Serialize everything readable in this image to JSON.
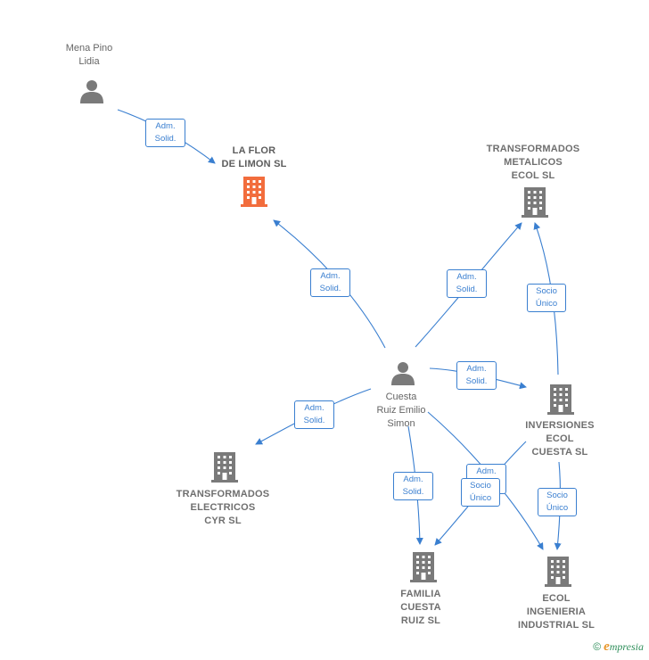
{
  "colors": {
    "edge": "#3a7fd0",
    "node": "#7a7a7a",
    "highlight": "#f26d3d"
  },
  "nodes": {
    "mena": {
      "label": "Mena Pino\nLidia",
      "icon": "person-icon"
    },
    "laflor": {
      "label": "LA FLOR\nDE LIMON  SL",
      "icon": "building-icon-highlight"
    },
    "tmetalicos": {
      "label": "TRANSFORMADOS\nMETALICOS\nECOL SL",
      "icon": "building-icon"
    },
    "cuesta": {
      "label": "Cuesta\nRuiz Emilio\nSimon",
      "icon": "person-icon"
    },
    "inversiones": {
      "label": "INVERSIONES\nECOL\nCUESTA  SL",
      "icon": "building-icon"
    },
    "telectricos": {
      "label": "TRANSFORMADOS\nELECTRICOS\nCYR SL",
      "icon": "building-icon"
    },
    "familia": {
      "label": "FAMILIA\nCUESTA\nRUIZ  SL",
      "icon": "building-icon"
    },
    "ecolingenieria": {
      "label": "ECOL\nINGENIERIA\nINDUSTRIAL SL",
      "icon": "building-icon"
    }
  },
  "edges": {
    "e1": "Adm.\nSolid.",
    "e2": "Adm.\nSolid.",
    "e3": "Adm.\nSolid.",
    "e4": "Socio\nÚnico",
    "e5": "Adm.\nSolid.",
    "e6": "Adm.\nSolid.",
    "e7": "Adm.\nSolid.",
    "e8": "Adm.",
    "e9": "Socio\nÚnico",
    "e10": "Socio\nÚnico"
  },
  "brand": {
    "copyright": "©",
    "initial": "e",
    "name": "mpresia"
  }
}
